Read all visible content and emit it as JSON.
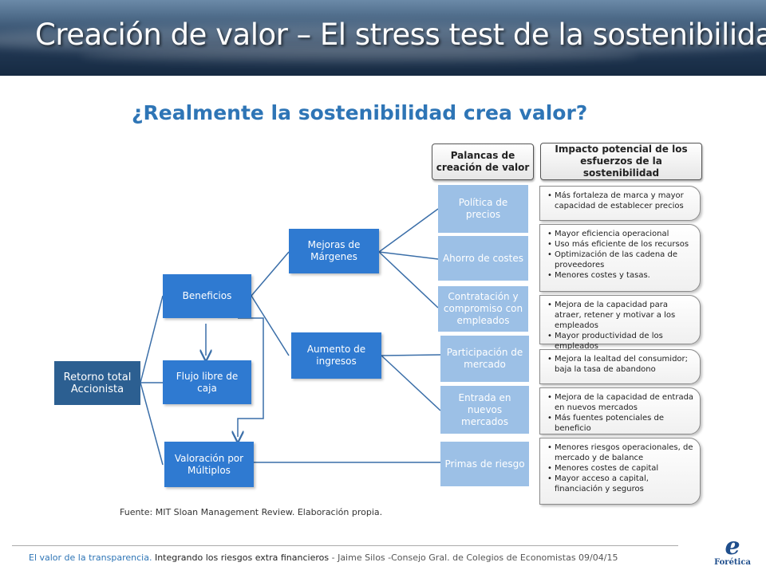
{
  "header": {
    "title": "Creación de valor – El stress test de la sostenibilidad"
  },
  "subtitle": "¿Realmente la sostenibilidad crea valor?",
  "columns": {
    "levers": "Palancas de creación de valor",
    "impact": "Impacto potencial de los esfuerzos de la sostenibilidad"
  },
  "diagram": {
    "root": "Retorno total Accionista",
    "drivers": [
      "Beneficios",
      "Flujo libre de caja",
      "Valoración por Múltiplos"
    ],
    "sub_drivers": [
      "Mejoras de Márgenes",
      "Aumento de ingresos"
    ],
    "levers": [
      "Política de precios",
      "Ahorro de costes",
      "Contratación y compromiso con empleados",
      "Participación de mercado",
      "Entrada en nuevos mercados",
      "Primas de riesgo"
    ],
    "impacts": [
      [
        "Más fortaleza de marca y mayor capacidad de establecer precios"
      ],
      [
        "Mayor eficiencia operacional",
        "Uso más eficiente de los recursos",
        "Optimización de las cadena de proveedores",
        "Menores costes y tasas."
      ],
      [
        "Mejora de la capacidad para atraer, retener y motivar a los empleados",
        "Mayor productividad de los empleados"
      ],
      [
        "Mejora la lealtad del consumidor; baja la tasa de abandono"
      ],
      [
        "Mejora de la capacidad de entrada en nuevos mercados",
        "Más fuentes potenciales de beneficio"
      ],
      [
        "Menores riesgos operacionales, de mercado y de balance",
        "Menores costes de capital",
        "Mayor acceso a capital, financiación y seguros"
      ]
    ]
  },
  "source": "Fuente: MIT Sloan Management Review. Elaboración propia.",
  "footer": {
    "part1": "El valor de la transparencia.",
    "part2": "Integrando los riesgos extra financieros",
    "part3": "- Jaime Silos -Consejo Gral. de Colegios de Economistas 09/04/15"
  },
  "logo": {
    "mark": "e",
    "name": "Forética"
  },
  "colors": {
    "title_blue": "#2e75b6",
    "dark_node": "#2c5f91",
    "mid_node": "#2f7ad1",
    "light_node": "#9cc0e6",
    "connector": "#3a6ea8"
  }
}
